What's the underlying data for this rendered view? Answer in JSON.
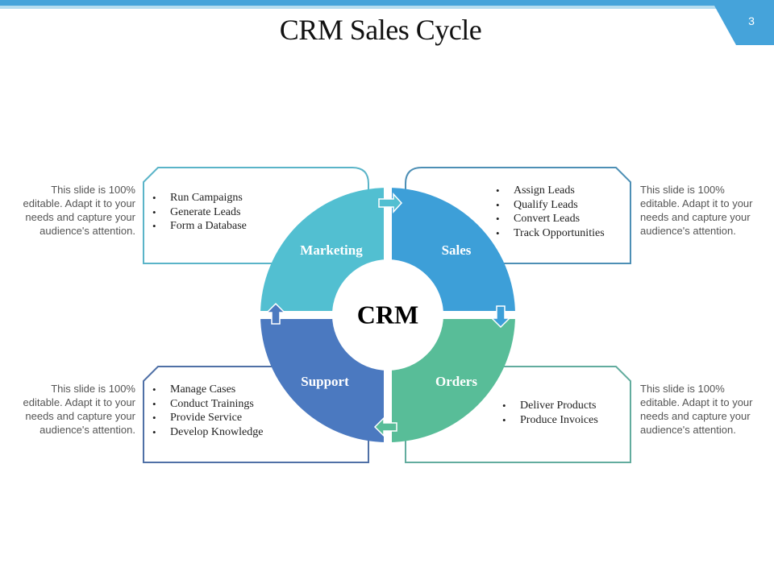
{
  "slide": {
    "title": "CRM Sales Cycle",
    "page_number": "3",
    "accent_color": "#45a3da"
  },
  "diagram": {
    "center_label": "CRM",
    "quadrants": [
      {
        "label": "Marketing",
        "color": "#52bfd1",
        "border_color": "#5ab4c8",
        "items": [
          "Run Campaigns",
          "Generate Leads",
          "Form a Database"
        ],
        "note": "This slide is 100% editable. Adapt it to your needs and capture your audience's attention."
      },
      {
        "label": "Sales",
        "color": "#3d9fd8",
        "border_color": "#4d8fb5",
        "items": [
          "Assign Leads",
          "Qualify Leads",
          "Convert Leads",
          "Track Opportunities"
        ],
        "note": "This slide is 100% editable. Adapt it to your needs and capture your audience's attention."
      },
      {
        "label": "Orders",
        "color": "#58bd98",
        "border_color": "#62ac9e",
        "items": [
          "Deliver Products",
          "Produce Invoices"
        ],
        "note": "This slide is 100% editable. Adapt it to your needs and capture your audience's attention."
      },
      {
        "label": "Support",
        "color": "#4b79c0",
        "border_color": "#4f70a6",
        "items": [
          "Manage Cases",
          "Conduct Trainings",
          "Provide Service",
          "Develop Knowledge"
        ],
        "note": "This slide is 100% editable. Adapt it to your needs and capture your audience's attention."
      }
    ],
    "flow": [
      "Marketing",
      "Sales",
      "Orders",
      "Support"
    ]
  }
}
